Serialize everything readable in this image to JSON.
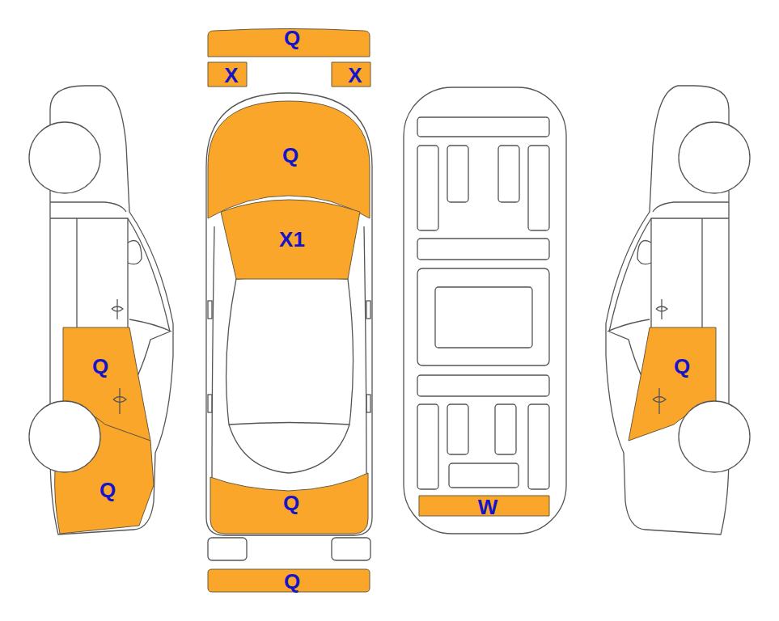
{
  "diagram": {
    "nodes": [
      {
        "text": [
          "Q"
        ]
      },
      {
        "text": [
          "X"
        ]
      },
      {
        "text": [
          "X"
        ]
      },
      {
        "text": [
          "Q"
        ]
      },
      {
        "text": [
          "X1"
        ]
      },
      {
        "text": [
          "Q"
        ]
      },
      {
        "text": [
          "Q"
        ]
      },
      {
        "text": [
          "Q"
        ]
      },
      {
        "text": [
          "Q"
        ]
      },
      {
        "text": [
          "W"
        ]
      },
      {
        "text": [
          "Q"
        ]
      }
    ]
  }
}
